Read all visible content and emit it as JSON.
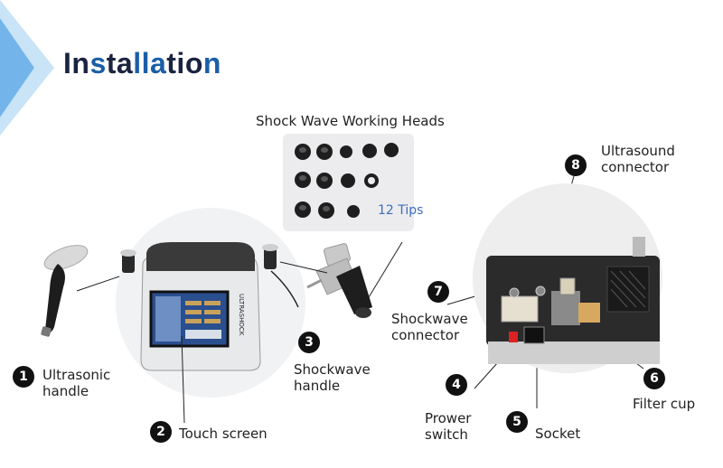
{
  "header": {
    "title_parts": [
      "In",
      "s",
      "ta",
      "lla",
      "tio",
      "n"
    ]
  },
  "tips_panel": {
    "heading": "Shock Wave Working Heads",
    "count_label": "12 Tips"
  },
  "callouts": [
    {
      "number": "1",
      "line1": "Ultrasonic",
      "line2": "handle"
    },
    {
      "number": "2",
      "line1": "Touch screen",
      "line2": ""
    },
    {
      "number": "3",
      "line1": "Shockwave",
      "line2": "handle"
    },
    {
      "number": "4",
      "line1": "Prower",
      "line2": "switch"
    },
    {
      "number": "5",
      "line1": "Socket",
      "line2": ""
    },
    {
      "number": "6",
      "line1": "Filter cup",
      "line2": ""
    },
    {
      "number": "7",
      "line1": "Shockwave",
      "line2": "connector"
    },
    {
      "number": "8",
      "line1": "Ultrasound",
      "line2": "connector"
    }
  ],
  "device": {
    "brand_text": "ULTRASHOCK"
  },
  "colors": {
    "title_dark": "#1a2340",
    "title_blue": "#1b5ea8",
    "accent_blue": "#3b8fd9",
    "tips_label": "#3b6dbf"
  }
}
